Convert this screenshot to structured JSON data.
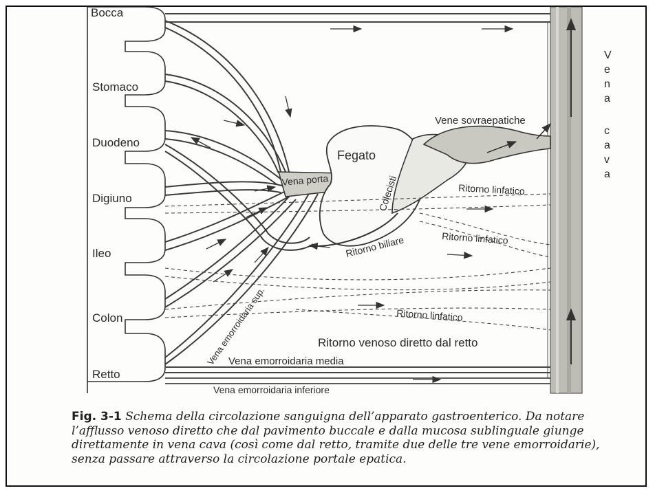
{
  "organs": [
    "Bocca",
    "Stomaco",
    "Duodeno",
    "Digiuno",
    "Ileo",
    "Colon",
    "Retto"
  ],
  "vena_cava_letters": [
    "V",
    "e",
    "n",
    "a",
    "c",
    "a",
    "v",
    "a"
  ],
  "labels": {
    "fegato": "Fegato",
    "vena_porta": "Vena porta",
    "colecisti": "Colecisti",
    "vene_sovraepatiche": "Vene sovraepatiche",
    "ritorno_linfatico_1": "Ritorno linfatico",
    "ritorno_linfatico_2": "Ritorno linfatico",
    "ritorno_linfatico_3": "Ritorno linfatico",
    "ritorno_biliare": "Ritorno biliare",
    "vena_emorroidaria_sup": "Vena emorroidaria sup.",
    "ritorno_venoso_retto": "Ritorno venoso diretto dal retto",
    "vena_emorroidaria_media": "Vena emorroidaria media",
    "vena_emorroidaria_inferiore": "Vena emorroidaria inferiore"
  },
  "caption": {
    "fig_number": "Fig. 3-1",
    "text": "Schema della circolazione sanguigna dell’apparato gastroenterico. Da notare l’afflusso venoso diretto che dal pavimento buccale e dalla mucosa sublinguale giunge direttamente in vena cava (così come dal retto, tramite due delle tre vene emorroidarie), senza passare attraverso la circolazione portale epatica."
  }
}
